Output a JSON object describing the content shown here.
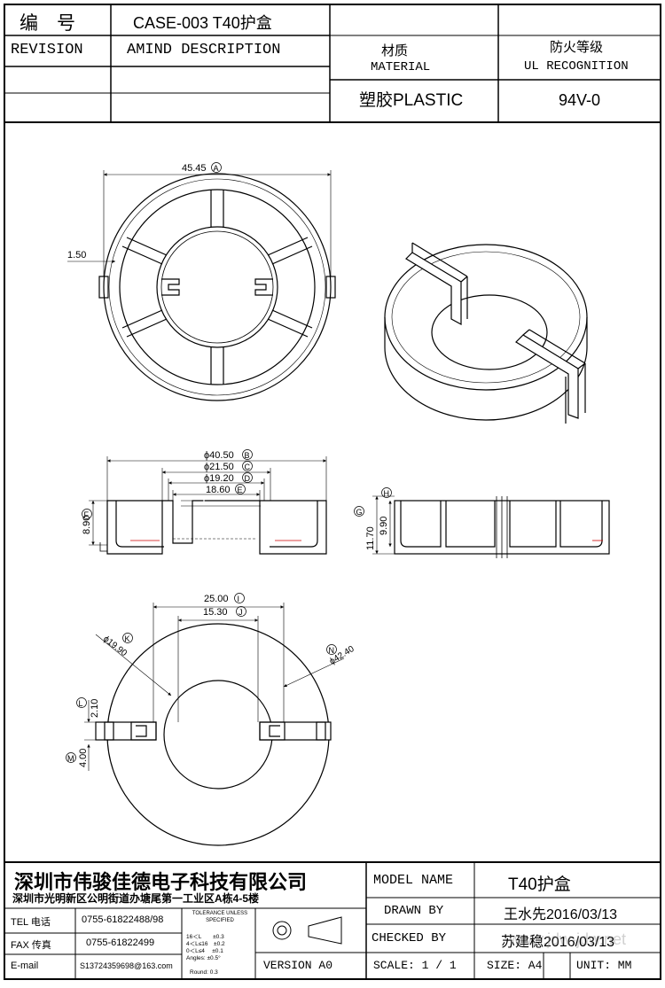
{
  "header": {
    "number_label": "编　号",
    "number_value": "CASE-003 T40护盒",
    "revision_label": "REVISION",
    "amind_label": "AMIND DESCRIPTION",
    "material_cn": "材质",
    "material_en": "MATERIAL",
    "material_value": "塑胶PLASTIC",
    "fire_cn": "防火等级",
    "fire_en": "UL RECOGNITION",
    "fire_value": "94V-0"
  },
  "dimensions": {
    "A": {
      "value": "45.45",
      "tag": "A"
    },
    "top_thick": {
      "value": "1.50"
    },
    "B": {
      "value": "ϕ40.50",
      "tag": "B"
    },
    "C": {
      "value": "ϕ21.50",
      "tag": "C"
    },
    "D": {
      "value": "ϕ19.20",
      "tag": "D"
    },
    "E": {
      "value": "18.60",
      "tag": "E"
    },
    "F": {
      "value": "8.90",
      "tag": "F"
    },
    "G": {
      "value": "11.70",
      "tag": "G"
    },
    "H": {
      "value": "9.90",
      "tag": "H"
    },
    "I": {
      "value": "25.00",
      "tag": "I"
    },
    "J": {
      "value": "15.30",
      "tag": "J"
    },
    "K": {
      "value": "ϕ19.90",
      "tag": "K"
    },
    "N": {
      "value": "ϕ42.40",
      "tag": "N"
    },
    "L": {
      "value": "2.10",
      "tag": "L"
    },
    "M": {
      "value": "4.00",
      "tag": "M"
    }
  },
  "title_block": {
    "company": "深圳市伟骏佳德电子科技有限公司",
    "address": "深圳市光明新区公明街道办塘尾第一工业区A栋4-5楼",
    "tel_label": "TEL 电话",
    "tel_value": "0755-61822488/98",
    "fax_label": "FAX 传真",
    "fax_value": "0755-61822499",
    "email_label": "E-mail",
    "email_value": "S13724359698@163.com",
    "tolerance_title": "TOLERANCE UNLESS SPECIFIED",
    "tolerance_lines": [
      "16＜L　　±0.3",
      "4＜L≤16　±0.2",
      "0＜L≤4　 ±0.1",
      "Angles: ±0.5°",
      "Round: 0.3"
    ],
    "version": "VERSION A0",
    "model_label": "MODEL NAME",
    "model_value": "T40护盒",
    "drawn_label": "DRAWN BY",
    "drawn_value": "王水先2016/03/13",
    "checked_label": "CHECKED BY",
    "checked_value": "苏建稳2016/03/13",
    "scale": "SCALE: 1 / 1",
    "size": "SIZE: A4",
    "unit": "UNIT: MM",
    "watermark": "www.jdw-jdw.net"
  }
}
